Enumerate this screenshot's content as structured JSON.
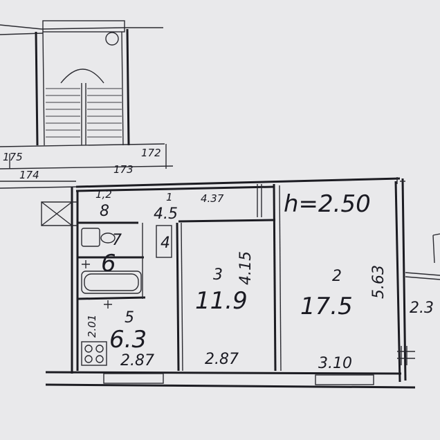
{
  "dims": {
    "stair_left": "175",
    "stair_right": "172",
    "stair_bottom_left": "174",
    "stair_bottom_mid": "173",
    "hall_top": "4.37",
    "room3_height": "4.15",
    "room2_height": "5.63",
    "kitchen_bottom": "2.87",
    "room3_bottom": "2.87",
    "room2_bottom": "3.10",
    "kitchen_side": "2.01",
    "ceiling": "h=2.50",
    "side_stub": "2.3"
  },
  "rooms": {
    "hall": {
      "number": "1",
      "area": "4.5"
    },
    "room2": {
      "number": "2",
      "area": "17.5"
    },
    "room3": {
      "number": "3",
      "area": "11.9"
    },
    "closet": {
      "number": "4"
    },
    "kitchen": {
      "number": "5",
      "area": "6.3"
    },
    "bath": {
      "number": "6"
    },
    "wc": {
      "number": "7"
    },
    "entry": {
      "number": "1,2",
      "area": "8"
    }
  }
}
